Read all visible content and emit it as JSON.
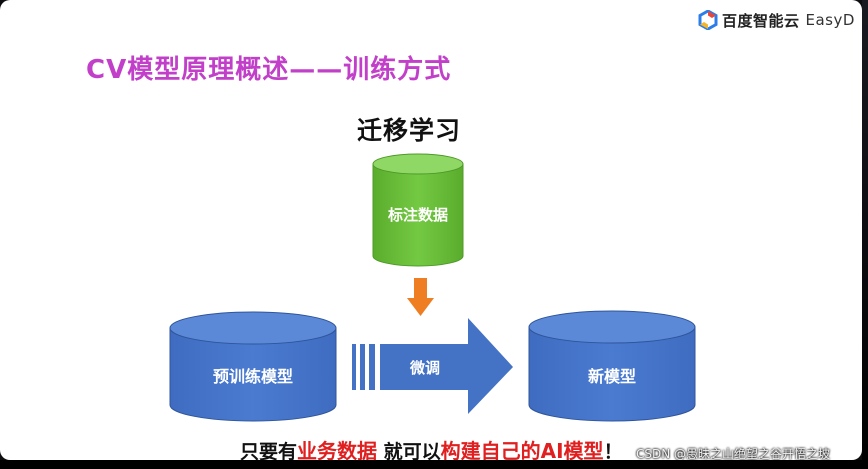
{
  "brand": {
    "name_cn": "百度智能云",
    "name_en": "EasyD"
  },
  "slide": {
    "title": "CV模型原理概述——训练方式",
    "subtitle": "迁移学习"
  },
  "diagram": {
    "labeled_data": "标注数据",
    "pretrained_model": "预训练模型",
    "finetune": "微调",
    "new_model": "新模型"
  },
  "caption": {
    "part1": "只要有",
    "highlight1": "业务数据",
    "part2": " 就可以",
    "highlight2": "构建自己的AI模型",
    "part3": "！"
  },
  "watermark": "CSDN @愚昧之山绝望之谷开悟之坡",
  "colors": {
    "title": "#c240c9",
    "green": "#6cc23a",
    "blue": "#4472c4",
    "orange": "#ef7d22",
    "highlight": "#e02020"
  }
}
